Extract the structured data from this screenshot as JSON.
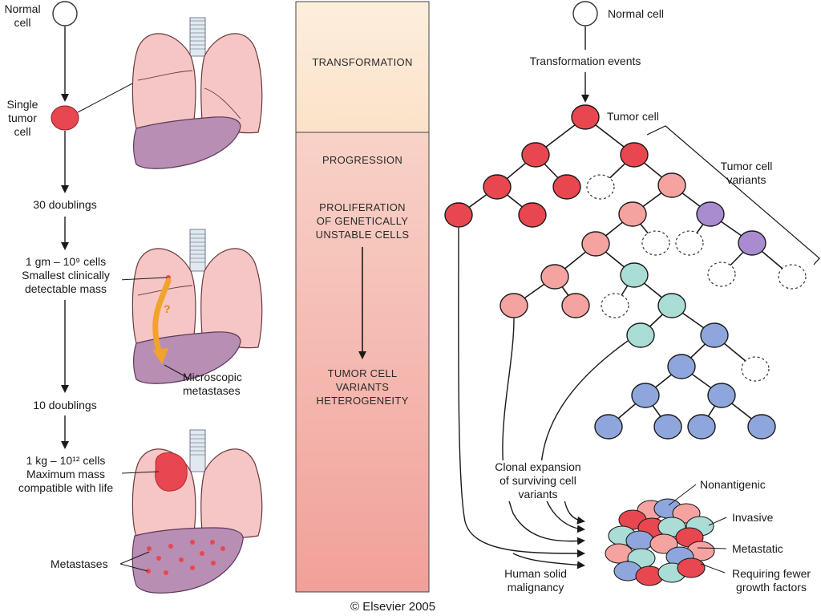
{
  "colors": {
    "red_cell": "#e8474f",
    "pink_cell": "#f4a3a0",
    "purple_cell": "#a98bcf",
    "teal_cell": "#a9ddd6",
    "blue_cell": "#8fa6dc",
    "lung": "#f6c6c6",
    "liver": "#b98eb4",
    "arrow_orange": "#f2a32a",
    "band_top": "#fbe6cf",
    "band_bottom": "#f2a7a0"
  },
  "left": {
    "normal_cell": "Normal\ncell",
    "single_tumor_cell": "Single\ntumor\ncell",
    "doublings_30": "30 doublings",
    "mass_1gm": "1 gm – 10⁹ cells\nSmallest clinically\ndetectable mass",
    "microscopic_metastases": "Microscopic\nmetastases",
    "doublings_10": "10 doublings",
    "mass_1kg": "1 kg – 10¹² cells\nMaximum mass\ncompatible with life",
    "metastases": "Metastases",
    "question_mark": "?"
  },
  "middle": {
    "transformation": "TRANSFORMATION",
    "progression": "PROGRESSION",
    "proliferation": "PROLIFERATION\nOF GENETICALLY\nUNSTABLE CELLS",
    "variants": "TUMOR CELL\nVARIANTS\nHETEROGENEITY"
  },
  "right": {
    "normal_cell": "Normal cell",
    "transformation_events": "Transformation events",
    "tumor_cell": "Tumor cell",
    "tumor_cell_variants": "Tumor cell\nvariants",
    "clonal_expansion": "Clonal expansion\nof surviving cell\nvariants",
    "human_solid_malignancy": "Human solid\nmalignancy",
    "nonantigenic": "Nonantigenic",
    "invasive": "Invasive",
    "metastatic": "Metastatic",
    "requiring_fewer": "Requiring fewer\ngrowth factors"
  },
  "copyright": "© Elsevier 2005"
}
